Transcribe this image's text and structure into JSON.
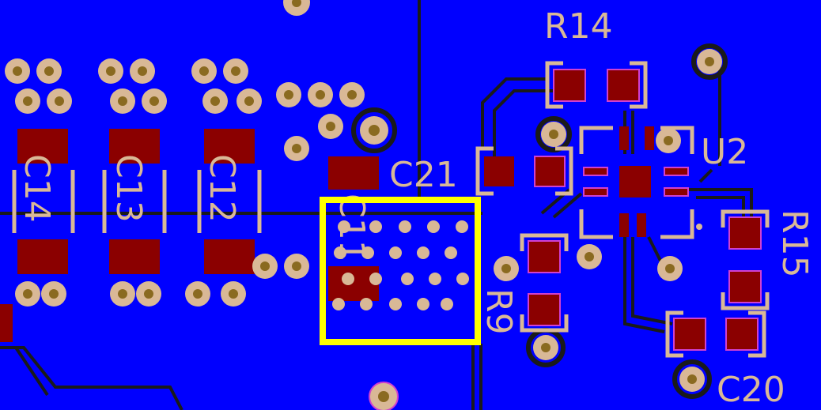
{
  "board": {
    "copper_color": "#0000ff",
    "pad_color": "#8b0000",
    "silkscreen_color": "#d9b896",
    "via_color": "#d9b896",
    "trace_color": "#1a1a1a",
    "highlight_color": "#ffff00"
  },
  "labels": {
    "r14": "R14",
    "u2": "U2",
    "c21": "C21",
    "c14": "C14",
    "c13": "C13",
    "c12": "C12",
    "c11": "C11",
    "r15": "R15",
    "r9": "R9",
    "c20": "C20"
  }
}
